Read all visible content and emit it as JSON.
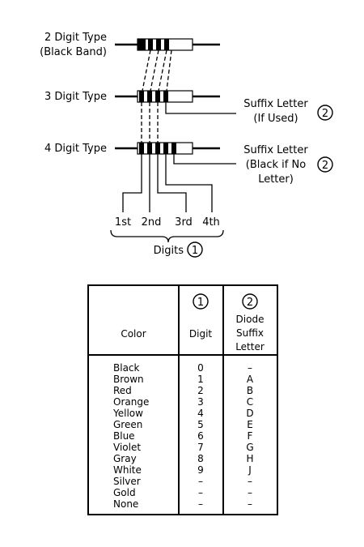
{
  "diagram": {
    "types": {
      "two_digit": {
        "line1": "2 Digit Type",
        "line2": "(Black Band)"
      },
      "three_digit": {
        "line1": "3 Digit Type"
      },
      "four_digit": {
        "line1": "4 Digit Type"
      }
    },
    "suffix_used": {
      "line1": "Suffix Letter",
      "line2": "(If Used)",
      "marker": "2"
    },
    "suffix_black": {
      "line1": "Suffix Letter",
      "line2": "(Black if No",
      "line3": "Letter)",
      "marker": "2"
    },
    "digit_labels": [
      "1st",
      "2nd",
      "3rd",
      "4th"
    ],
    "digits_caption": {
      "text": "Digits",
      "marker": "1"
    }
  },
  "table": {
    "headers": {
      "color": "Color",
      "digit": {
        "marker": "1",
        "label": "Digit"
      },
      "suffix": {
        "marker": "2",
        "line1": "Diode",
        "line2": "Suffix",
        "line3": "Letter"
      }
    },
    "rows": [
      {
        "color": "Black",
        "digit": "0",
        "letter": "–"
      },
      {
        "color": "Brown",
        "digit": "1",
        "letter": "A"
      },
      {
        "color": "Red",
        "digit": "2",
        "letter": "B"
      },
      {
        "color": "Orange",
        "digit": "3",
        "letter": "C"
      },
      {
        "color": "Yellow",
        "digit": "4",
        "letter": "D"
      },
      {
        "color": "Green",
        "digit": "5",
        "letter": "E"
      },
      {
        "color": "Blue",
        "digit": "6",
        "letter": "F"
      },
      {
        "color": "Violet",
        "digit": "7",
        "letter": "G"
      },
      {
        "color": "Gray",
        "digit": "8",
        "letter": "H"
      },
      {
        "color": "White",
        "digit": "9",
        "letter": "J"
      },
      {
        "color": "Silver",
        "digit": "–",
        "letter": "–"
      },
      {
        "color": "Gold",
        "digit": "–",
        "letter": "–"
      },
      {
        "color": "None",
        "digit": "–",
        "letter": "–"
      }
    ]
  }
}
